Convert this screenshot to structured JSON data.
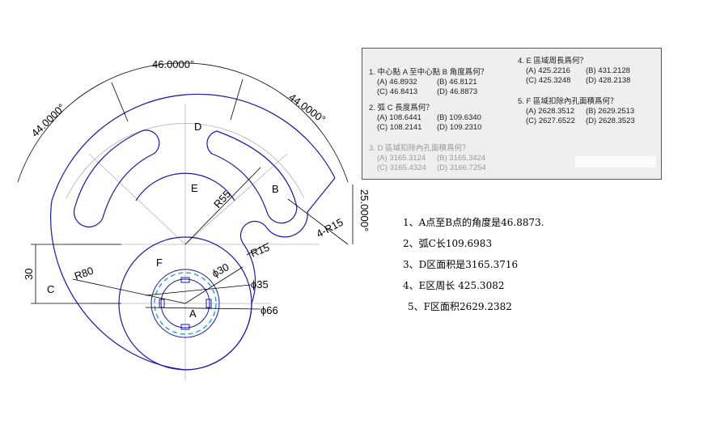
{
  "drawing": {
    "dimensions": {
      "angle_top": "46.0000°",
      "angle_left": "44.0000°",
      "angle_right": "44.0000°",
      "linear_right": "25.0000°",
      "height_30": "30",
      "radius_80": "R80",
      "radius_55": "R55",
      "radius_15": "R15",
      "radius_4x15": "4-R15",
      "dia_30": "ϕ30",
      "dia_35": "ϕ35",
      "dia_66": "ϕ66"
    },
    "labels": {
      "region_d": "D",
      "region_e": "E",
      "region_f": "F",
      "point_a": "A",
      "point_b": "B",
      "region_c": "C"
    },
    "colors": {
      "outline": "#1a1aa0",
      "centerline": "#b5b5b5",
      "dashed_circle": "#29a0c8",
      "dim": "#000000"
    }
  },
  "questions": [
    {
      "prompt": "1. 中心點 A 至中心點 B 角度爲何？",
      "options": [
        "(A) 46.8932",
        "(B) 46.8121",
        "(C) 46.8413",
        "(D) 46.8873"
      ]
    },
    {
      "prompt": "2. 弧 C 長度爲何？",
      "options": [
        "(A) 108.6441",
        "(B) 109.6340",
        "(C) 108.2141",
        "(D) 109.2310"
      ]
    },
    {
      "prompt": "3. D 區域扣除內孔面積爲何？",
      "options": [
        "(A) 3165.3124",
        "(B) 3165.3424",
        "(C) 3165.4324",
        "(D) 3166.7254"
      ]
    },
    {
      "prompt": "4. E 區域周長爲何？",
      "options": [
        "(A) 425.2216",
        "(B) 431.2128",
        "(C) 425.3248",
        "(D) 428.2138"
      ]
    },
    {
      "prompt": "5. F 區域扣除內孔面積爲何？",
      "options": [
        "(A) 2628.3512",
        "(B) 2629.2513",
        "(C) 2627.6522",
        "(D) 2628.3523"
      ]
    }
  ],
  "answers": [
    "1、A点至B点的角度是46.8873.",
    "2、弧C长109.6983",
    "3、D区面积是3165.3716",
    "4、E区周长 425.3082",
    "5、F区面积2629.2382"
  ]
}
